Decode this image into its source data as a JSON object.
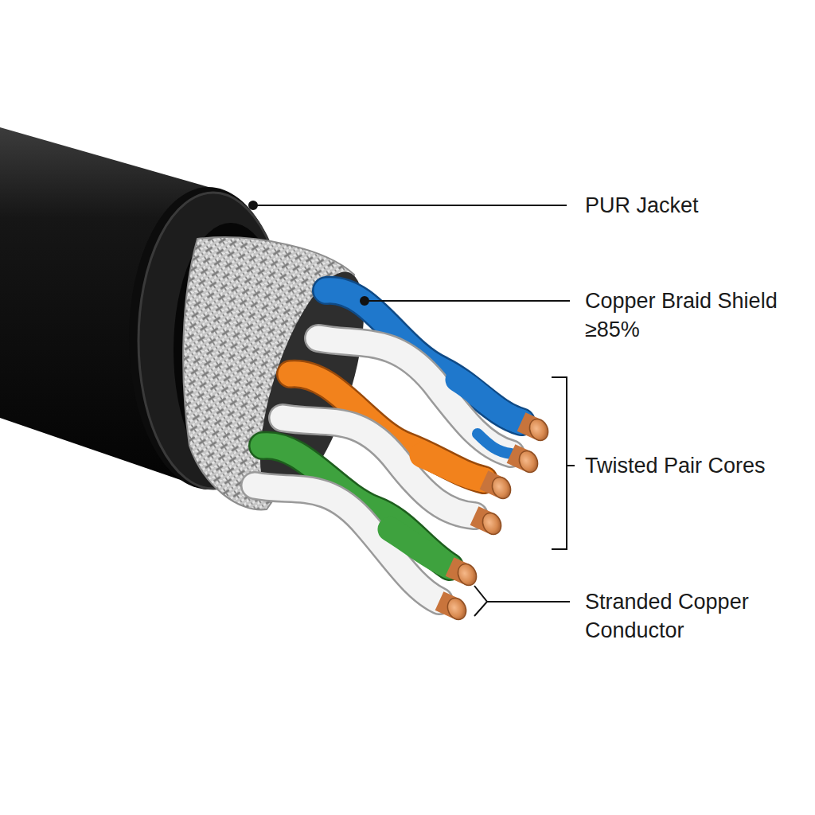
{
  "diagram": {
    "labels": [
      "PUR Jacket",
      "Copper Braid Shield ≥85%",
      "Twisted Pair Cores",
      "Stranded Copper Conductor"
    ]
  }
}
